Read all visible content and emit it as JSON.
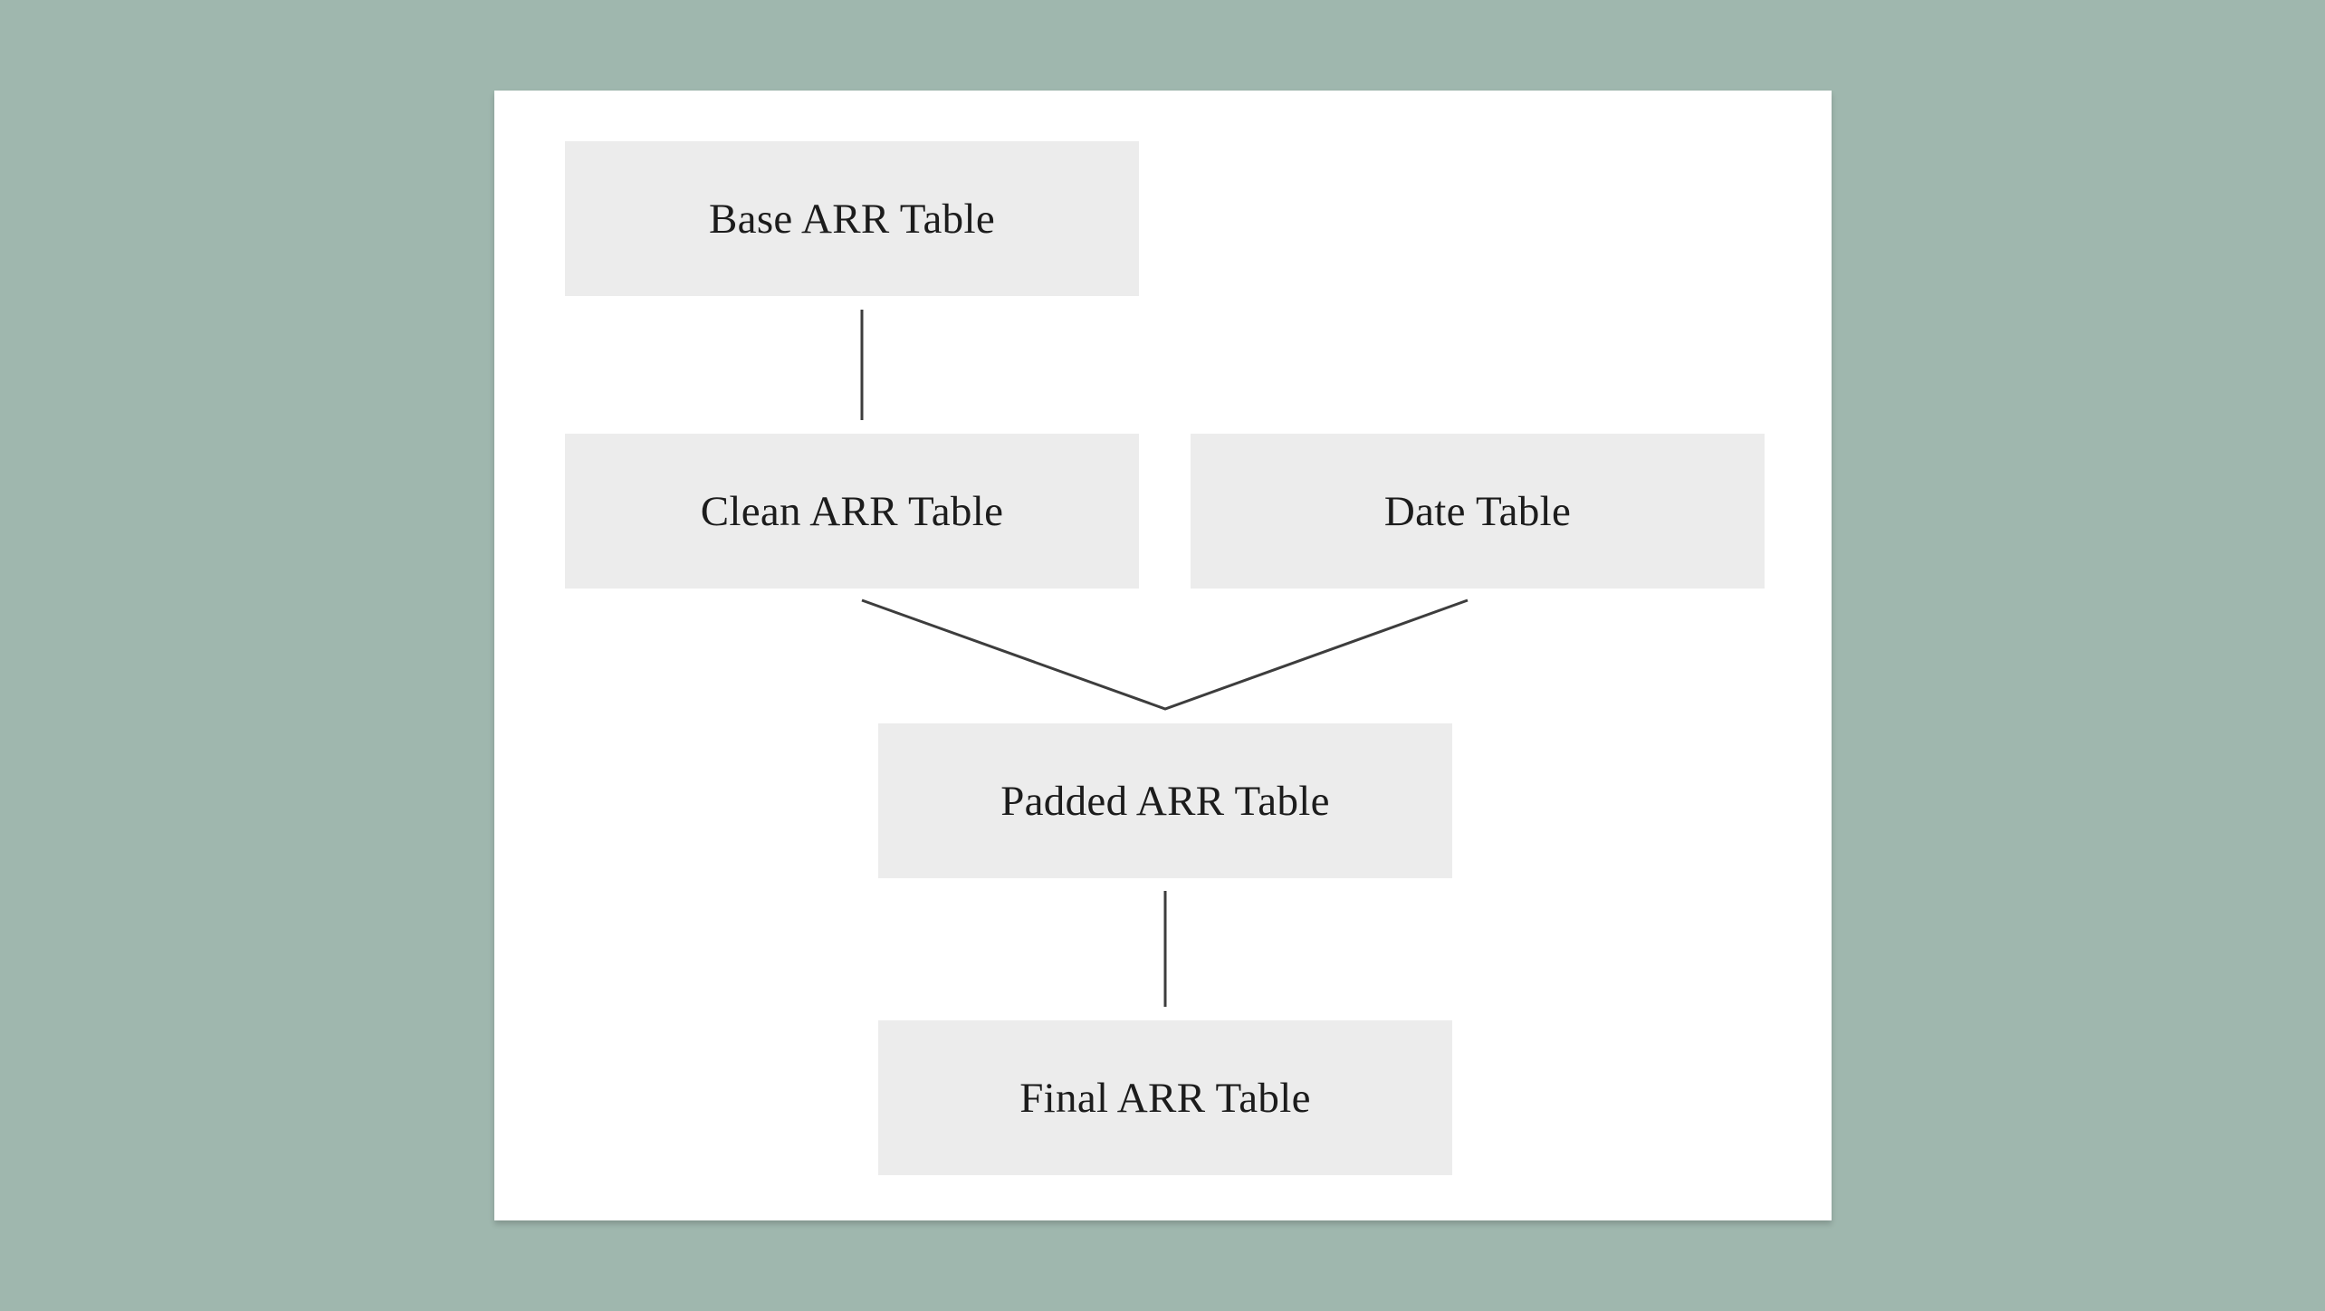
{
  "diagram": {
    "nodes": {
      "base": "Base ARR Table",
      "clean": "Clean ARR Table",
      "date": "Date Table",
      "padded": "Padded ARR Table",
      "final": "Final ARR Table"
    },
    "edges": [
      {
        "from": "base",
        "to": "clean"
      },
      {
        "from": "clean",
        "to": "padded"
      },
      {
        "from": "date",
        "to": "padded"
      },
      {
        "from": "padded",
        "to": "final"
      }
    ]
  },
  "colors": {
    "background": "#9fb7ae",
    "card": "#ffffff",
    "node_fill": "#ececec",
    "connector": "#3d3d3d"
  }
}
